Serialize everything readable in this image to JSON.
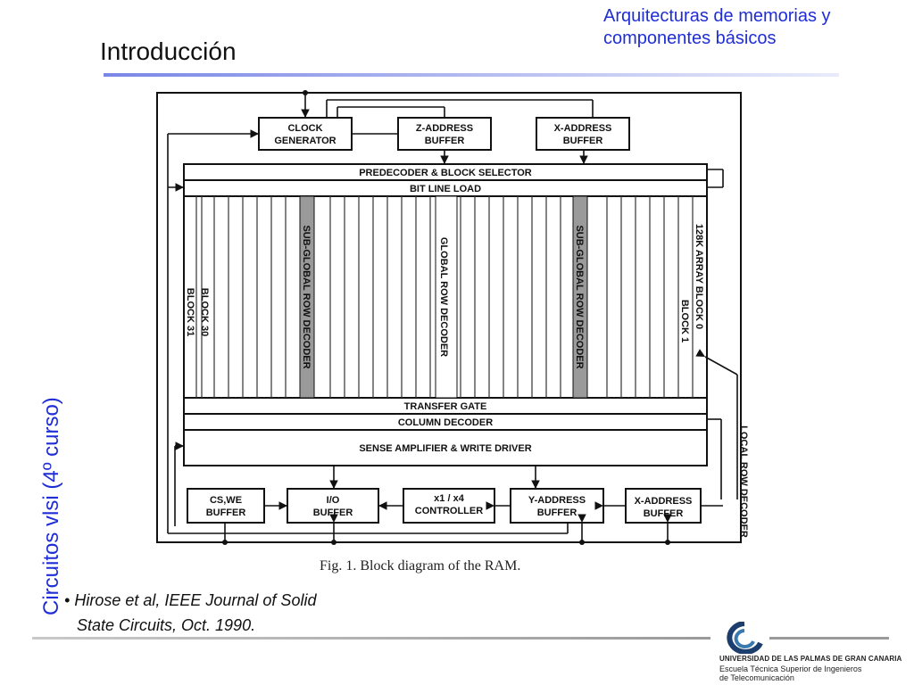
{
  "header": {
    "subject": "Arquitecturas de memorias y\ncomponentes básicos",
    "title": "Introducción"
  },
  "side_label": "Circuitos vlsi (4º curso)",
  "diagram": {
    "blocks": {
      "clock": "CLOCK",
      "clock2": "GENERATOR",
      "zaddr": "Z-ADDRESS",
      "zaddr2": "BUFFER",
      "xaddr_top": "X-ADDRESS",
      "xaddr_top2": "BUFFER",
      "predecoder": "PREDECODER & BLOCK SELECTOR",
      "bitline": "BIT LINE LOAD",
      "subglobal": "SUB-GLOBAL ROW DECODER",
      "global": "GLOBAL ROW DECODER",
      "block30": "BLOCK 30",
      "block31": "BLOCK 31",
      "array128": "128K ARRAY BLOCK 0",
      "block1": "BLOCK 1",
      "transfer": "TRANSFER GATE",
      "column": "COLUMN DECODER",
      "sense": "SENSE AMPLIFIER & WRITE DRIVER",
      "cswe": "CS,WE",
      "cswe2": "BUFFER",
      "io": "I/O",
      "io2": "BUFFER",
      "x1x4": "x1 / x4",
      "x1x4b": "CONTROLLER",
      "yaddr": "Y-ADDRESS",
      "yaddr2": "BUFFER",
      "xaddr_bot": "X-ADDRESS",
      "xaddr_bot2": "BUFFER",
      "local": "LOCAL ROW DECODER"
    },
    "caption": "Fig. 1.   Block diagram of the RAM."
  },
  "reference": {
    "bullet": "•",
    "line1": "Hirose et al, IEEE Journal of Solid",
    "line2": "State Circuits, Oct. 1990."
  },
  "footer": {
    "university": "UNIVERSIDAD DE LAS PALMAS DE GRAN CANARIA",
    "school1": "Escuela Técnica Superior de Ingenieros",
    "school2": "de Telecomunicación"
  }
}
